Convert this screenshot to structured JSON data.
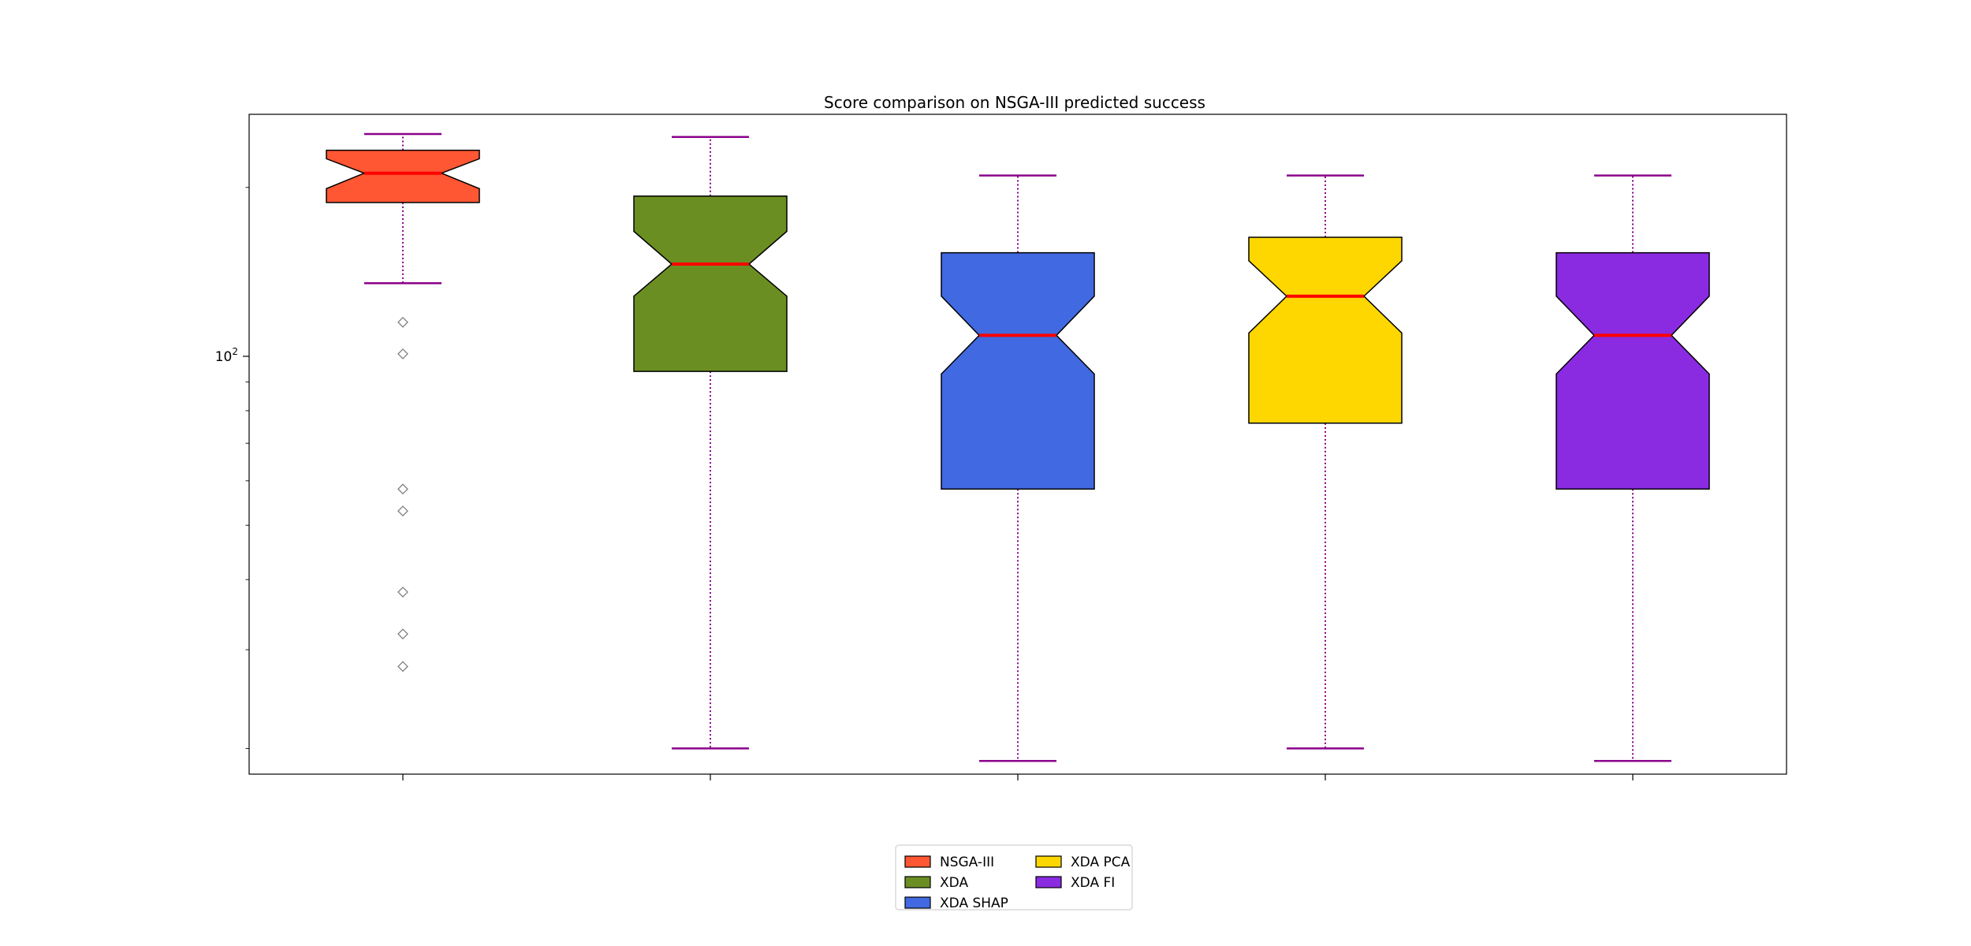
{
  "chart_data": {
    "type": "box",
    "title": "Score comparison on NSGA-III predicted success",
    "xlabel": "",
    "ylabel": "",
    "yscale": "log",
    "ylim": [
      18,
      270
    ],
    "yticks": [
      {
        "value": 100,
        "label": "10",
        "exponent": "2"
      }
    ],
    "notched": true,
    "show_x_tick_labels": false,
    "grid": false,
    "legend_position": "lower-center-outside",
    "legend_columns": 2,
    "series": [
      {
        "name": "NSGA-III",
        "color": "#FF5733",
        "whisker_low": 135,
        "q1": 188,
        "median": 212,
        "q3": 233,
        "whisker_high": 249,
        "notch_low": 199,
        "notch_high": 225,
        "outliers": [
          115,
          101,
          58,
          53,
          38,
          32,
          28
        ]
      },
      {
        "name": "XDA",
        "color": "#6B8E23",
        "whisker_low": 20,
        "q1": 94,
        "median": 146,
        "q3": 193,
        "whisker_high": 246,
        "notch_low": 128,
        "notch_high": 167,
        "outliers": []
      },
      {
        "name": "XDA SHAP",
        "color": "#4169E1",
        "whisker_low": 19,
        "q1": 58,
        "median": 109,
        "q3": 153,
        "whisker_high": 210,
        "notch_low": 93,
        "notch_high": 128,
        "outliers": []
      },
      {
        "name": "XDA PCA",
        "color": "#FFD700",
        "whisker_low": 20,
        "q1": 76,
        "median": 128,
        "q3": 163,
        "whisker_high": 210,
        "notch_low": 110,
        "notch_high": 148,
        "outliers": []
      },
      {
        "name": "XDA FI",
        "color": "#8A2BE2",
        "whisker_low": 19,
        "q1": 58,
        "median": 109,
        "q3": 153,
        "whisker_high": 210,
        "notch_low": 93,
        "notch_high": 128,
        "outliers": []
      }
    ],
    "style": {
      "median_color": "#FF0000",
      "whisker_color": "#8B008B",
      "cap_color": "#8B008B",
      "outlier_color": "#808080"
    }
  }
}
